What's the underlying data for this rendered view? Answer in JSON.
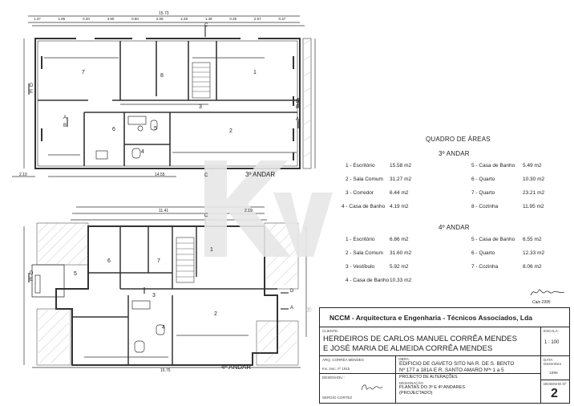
{
  "header_dims": {
    "top_total": "15.73",
    "top_segments": [
      "1.37",
      "1.85",
      "0.20",
      "3.90",
      "0.60",
      "2.09",
      "2.28",
      "1.48",
      "0.20",
      "2.57",
      "0.37"
    ],
    "third_left": "2.10",
    "third_width": "14.55",
    "fourth_total": "11.41",
    "fourth_right": "2.19",
    "fourth_bottom": "15.75"
  },
  "floor_labels": {
    "third": "3º ANDAR",
    "fourth": "4º ANDAR"
  },
  "section_marks": [
    "A",
    "B",
    "C",
    "D",
    "E"
  ],
  "third_rooms": [
    "1",
    "2",
    "3",
    "4",
    "5",
    "6",
    "7",
    "8"
  ],
  "fourth_rooms": [
    "1",
    "2",
    "3",
    "4",
    "5",
    "6",
    "7"
  ],
  "areas": {
    "title": "QUADRO DE ÁREAS",
    "third_title": "3º ANDAR",
    "third": [
      {
        "label": "1 - Escritório",
        "value": "15.58 m2"
      },
      {
        "label": "2 - Sala Comum",
        "value": "31.27 m2"
      },
      {
        "label": "3 - Corredor",
        "value": "6.44 m2"
      },
      {
        "label": "4 - Casa de Banho",
        "value": "4.19 m2"
      },
      {
        "label": "5 - Casa de Banho",
        "value": "5.49 m2"
      },
      {
        "label": "6 - Quarto",
        "value": "10.30 m2"
      },
      {
        "label": "7 - Quarto",
        "value": "23.21 m2"
      },
      {
        "label": "8 - Cozinha",
        "value": "11.95 m2"
      }
    ],
    "fourth_title": "4º ANDAR",
    "fourth": [
      {
        "label": "1 - Escritório",
        "value": "6.86 m2"
      },
      {
        "label": "2 - Sala Comum",
        "value": "31.60 m2"
      },
      {
        "label": "3 - Vestíbulo",
        "value": "5.92 m2"
      },
      {
        "label": "4 - Casa de Banho",
        "value": "10.33 m2"
      },
      {
        "label": "5 - Casa de Banho",
        "value": "6.55 m2"
      },
      {
        "label": "6 - Quarto",
        "value": "12.33 m2"
      },
      {
        "label": "7 - Cozinha",
        "value": "8.06 m2"
      }
    ]
  },
  "title_block": {
    "company": "NCCM - Arquitectura e Engenharia - Técnicos Associados, Lda",
    "cliente_label": "CLIENTE:",
    "client_line1": "HERDEIROS DE CARLOS MANUEL CORRÊA MENDES",
    "client_line2": "E JOSÉ MARIA DE ALMEIDA CORRÊA MENDES",
    "escala_label": "ESCALA:",
    "scale": "1 : 100",
    "arq_label": "ARQ. CORRÊA MENDES",
    "insc": "Ins. insc. nº 1915",
    "obra_label": "OBRA:",
    "obra_line1": "EDIFICIO DE GAVETO SITO NA R. DE S. BENTO",
    "obra_line2": "Nº 177 a 181A E R. SANTO AMARO Nºˢ 1 a 5",
    "data_label": "DATA",
    "date_month": "Dezembro",
    "date_year": "1995",
    "desenhou_label": "DESENHOU :",
    "project": "PROJECTO DE ALTERAÇÕES",
    "designacao_label": "DESIGNAÇÃO",
    "plan_line1": "PLANTAS DO 3º E 4º ANDARES",
    "plan_line2": "(PROJECTADO)",
    "drawer": "SERGIO CORTEZ",
    "desenho_label": "DESENHO Nº",
    "drawing_no": "2"
  },
  "signature_note": "Cais 1995"
}
